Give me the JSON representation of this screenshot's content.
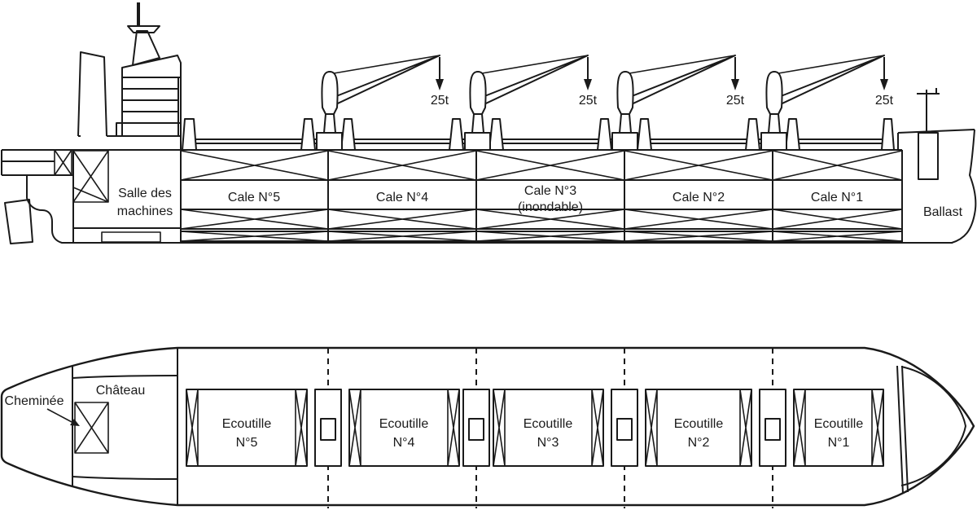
{
  "diagram": {
    "background": "#ffffff",
    "line_color": "#1a1a1a",
    "side_view": {
      "engine_room": {
        "line1": "Salle des",
        "line2": "machines"
      },
      "holds": [
        {
          "label": "Cale N°5"
        },
        {
          "label": "Cale N°4"
        },
        {
          "label": "Cale N°3",
          "note": "(inondable)"
        },
        {
          "label": "Cale N°2"
        },
        {
          "label": "Cale N°1"
        }
      ],
      "ballast_label": "Ballast",
      "cranes": [
        {
          "capacity": "25t"
        },
        {
          "capacity": "25t"
        },
        {
          "capacity": "25t"
        },
        {
          "capacity": "25t"
        }
      ]
    },
    "plan_view": {
      "funnel_label": "Cheminée",
      "castle_label": "Château",
      "hatches": [
        {
          "line1": "Ecoutille",
          "line2": "N°5"
        },
        {
          "line1": "Ecoutille",
          "line2": "N°4"
        },
        {
          "line1": "Ecoutille",
          "line2": "N°3"
        },
        {
          "line1": "Ecoutille",
          "line2": "N°2"
        },
        {
          "line1": "Ecoutille",
          "line2": "N°1"
        }
      ]
    }
  }
}
